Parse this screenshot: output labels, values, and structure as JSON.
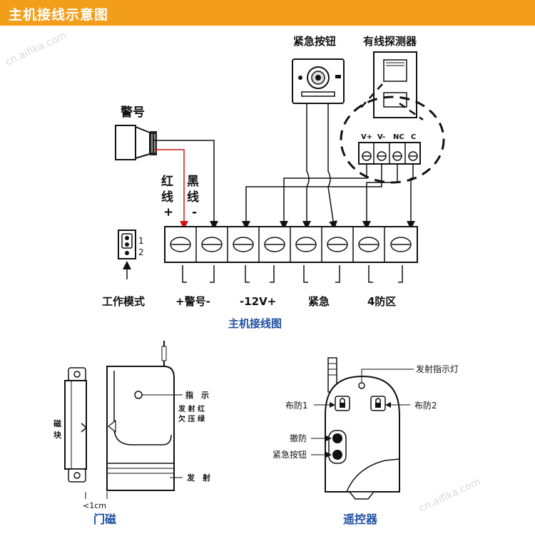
{
  "header": {
    "title": "主机接线示意图"
  },
  "wiring": {
    "button_label": "紧急按钮",
    "detector_label": "有线探测器",
    "siren_label": "警号",
    "red_wire_chars": [
      "红",
      "线",
      "+"
    ],
    "black_wire_chars": [
      "黑",
      "线",
      "-"
    ],
    "detector_terminals": [
      "V+",
      "V-",
      "NC",
      "C"
    ],
    "mode_numbers": [
      "1",
      "2"
    ],
    "labels": {
      "mode": "工作模式",
      "siren": "+警号-",
      "power": "-12V+",
      "emergency": "紧急",
      "zones": "4防区"
    },
    "caption": "主机接线图"
  },
  "door_sensor": {
    "magnet_chars": [
      "磁",
      "块"
    ],
    "indicator_label": "指　示",
    "indicator_row1": "发 射 红",
    "indicator_row2": "欠 压 绿",
    "transmit_label": "发　射",
    "gap_label": "<1cm",
    "caption": "门磁"
  },
  "remote": {
    "indicator_label": "发射指示灯",
    "arm1_label": "布防1",
    "arm2_label": "布防2",
    "disarm_label": "撤防",
    "panic_label": "紧急按钮",
    "caption": "遥控器"
  },
  "watermark": "cn.aifika.com"
}
